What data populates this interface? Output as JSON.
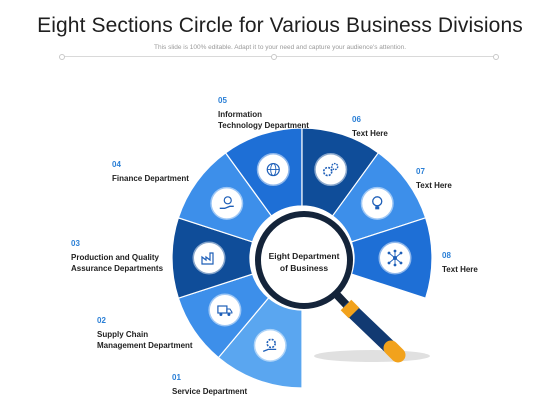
{
  "header": {
    "title": "Eight Sections Circle for Various Business Divisions",
    "subtitle": "This slide is 100% editable. Adapt it to your need and capture your audience's attention."
  },
  "center": {
    "text": "Eight Department\nof Business"
  },
  "colors": {
    "dark_blue": "#0f4d99",
    "mid_blue": "#1e6fd6",
    "light_blue": "#3d8fea",
    "pale_blue": "#5aa6f0",
    "handle": "#123a72",
    "accent_orange": "#f2a21c",
    "number_blue": "#2a7fd6"
  },
  "sections": [
    {
      "number": "01",
      "label": "Service Department",
      "icon": "gear-hand-icon"
    },
    {
      "number": "02",
      "label": "Supply Chain\nManagement Department",
      "icon": "delivery-truck-icon"
    },
    {
      "number": "03",
      "label": "Production and Quality\nAssurance Departments",
      "icon": "factory-icon"
    },
    {
      "number": "04",
      "label": "Finance Department",
      "icon": "money-hand-icon"
    },
    {
      "number": "05",
      "label": "Information\nTechnology Department",
      "icon": "globe-network-icon"
    },
    {
      "number": "06",
      "label": "Text Here",
      "icon": "gears-icon"
    },
    {
      "number": "07",
      "label": "Text Here",
      "icon": "idea-bulb-icon"
    },
    {
      "number": "08",
      "label": "Text Here",
      "icon": "network-nodes-icon"
    }
  ]
}
